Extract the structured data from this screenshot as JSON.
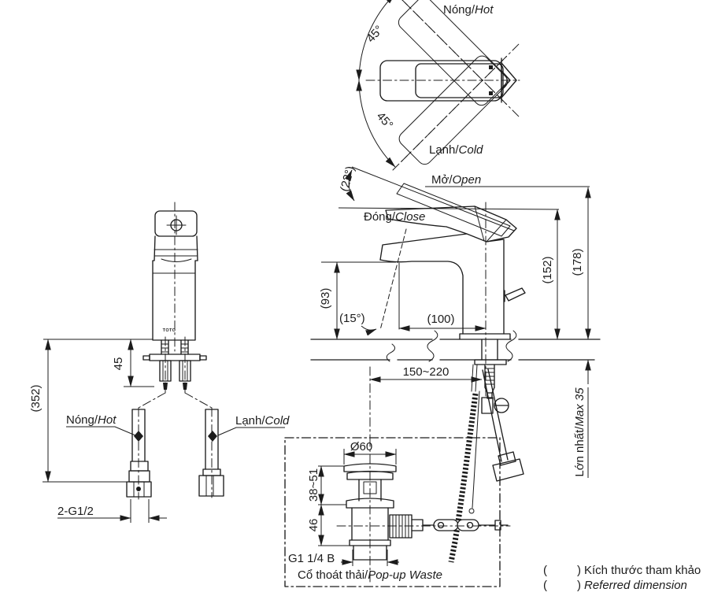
{
  "colors": {
    "line": "#1c1c1c",
    "background": "#ffffff"
  },
  "top_view": {
    "hot_vi": "Nóng/",
    "hot_en": "Hot",
    "cold_vi": "Lạnh/",
    "cold_en": "Cold",
    "angle_top": "45°",
    "angle_bottom": "45°"
  },
  "side_view": {
    "open_vi": "Mở/",
    "open_en": "Open",
    "close_vi": "Đóng/",
    "close_en": "Close",
    "handle_angle": "(22°)",
    "spout_height": "(93)",
    "outlet_angle": "(15°)",
    "spout_reach": "(100)",
    "body_height": "(152)",
    "total_height": "(178)",
    "drain_distance": "150~220",
    "deck_max_vi": "Lớn nhất/",
    "deck_max_en": "Max 35"
  },
  "front_view": {
    "hot_vi": "Nóng/",
    "hot_en": "Hot",
    "cold_vi": "Lạnh/",
    "cold_en": "Cold",
    "shank_length": "45",
    "hose_length": "(352)",
    "supply_thread": "2-G1/2",
    "logo": "TOTO"
  },
  "popup_waste": {
    "flange_dia": "Ø60",
    "install_range": "38~51",
    "body_depth": "46",
    "drain_thread": "G1 1/4 B",
    "caption_vi": "Cổ thoát thải/",
    "caption_en": "Pop-up Waste"
  },
  "note": {
    "open_paren": "(",
    "close_paren": ")",
    "line1": "Kích thước tham khảo",
    "line2": "Referred dimension"
  }
}
